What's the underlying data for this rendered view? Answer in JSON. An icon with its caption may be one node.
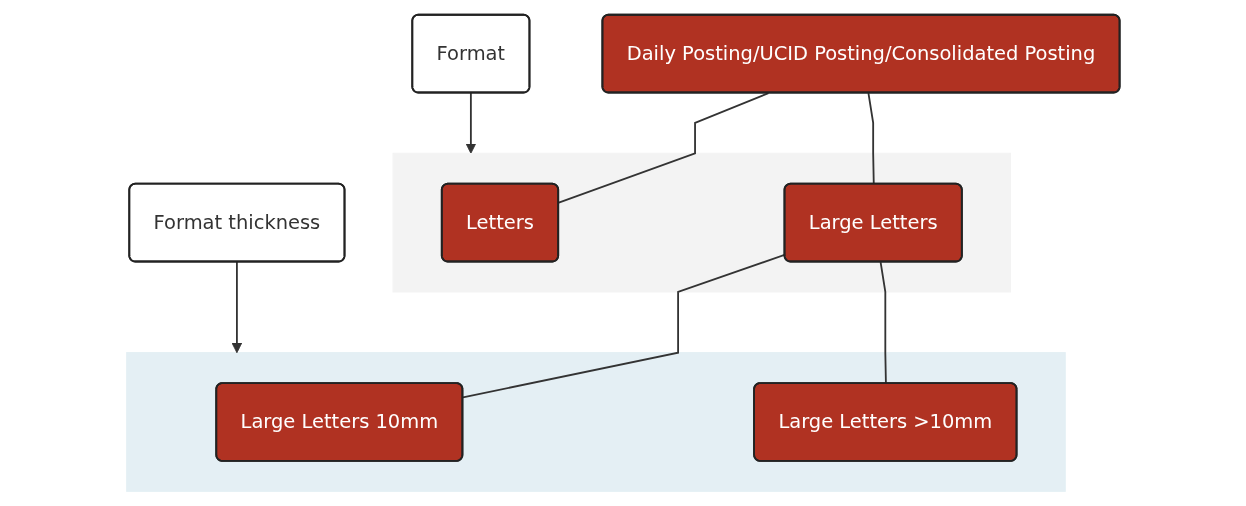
{
  "diagram": {
    "nodes": [
      {
        "text": [
          "Daily Posting/UCID Posting/Consolidated Posting"
        ]
      },
      {
        "text": [
          "Format"
        ]
      },
      {
        "text": [],
        "shape": "box"
      },
      {
        "text": [
          "Letters"
        ],
        "in": 2
      },
      {
        "text": [
          "Large Letters"
        ],
        "in": 2
      },
      {
        "text": [
          "Format thickness"
        ]
      },
      {
        "text": [],
        "shape": "box"
      },
      {
        "text": [
          "Large Letters 10mm"
        ],
        "in": 6
      },
      {
        "text": [
          "Large Letters >10mm"
        ],
        "in": 6
      }
    ],
    "edges": [
      {
        "from": 0,
        "to": 3,
        "arrow": "none"
      },
      {
        "from": 0,
        "to": 4,
        "arrow": "none"
      },
      {
        "from": 1,
        "to": 2,
        "arrow": "to"
      },
      {
        "from": 4,
        "to": 7,
        "arrow": "none"
      },
      {
        "from": 4,
        "to": 8,
        "arrow": "none"
      },
      {
        "from": 5,
        "to": 6,
        "arrow": "to"
      }
    ]
  }
}
